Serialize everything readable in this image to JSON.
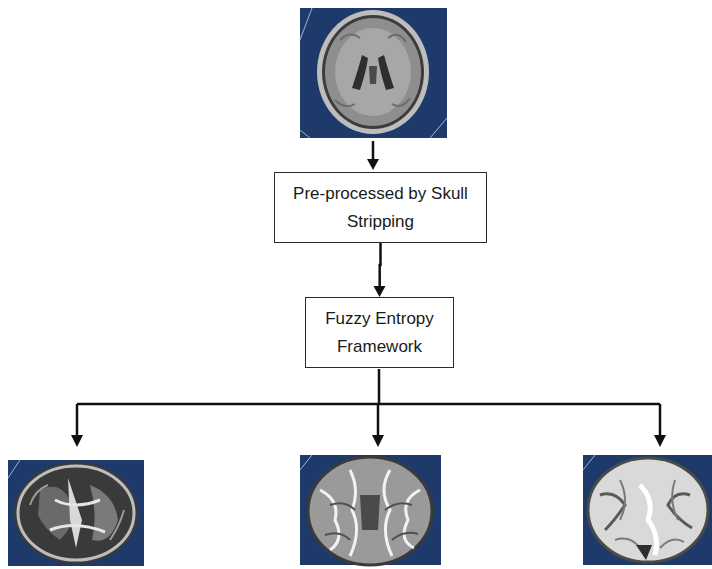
{
  "diagram": {
    "nodes": [
      {
        "text": [
          "Pre-processed by Skull Stripping"
        ]
      },
      {
        "text": [
          "Fuzzy Entropy Framework"
        ]
      }
    ],
    "edges": [
      {
        "from": 0,
        "to": 1,
        "arrow": "to"
      }
    ]
  }
}
